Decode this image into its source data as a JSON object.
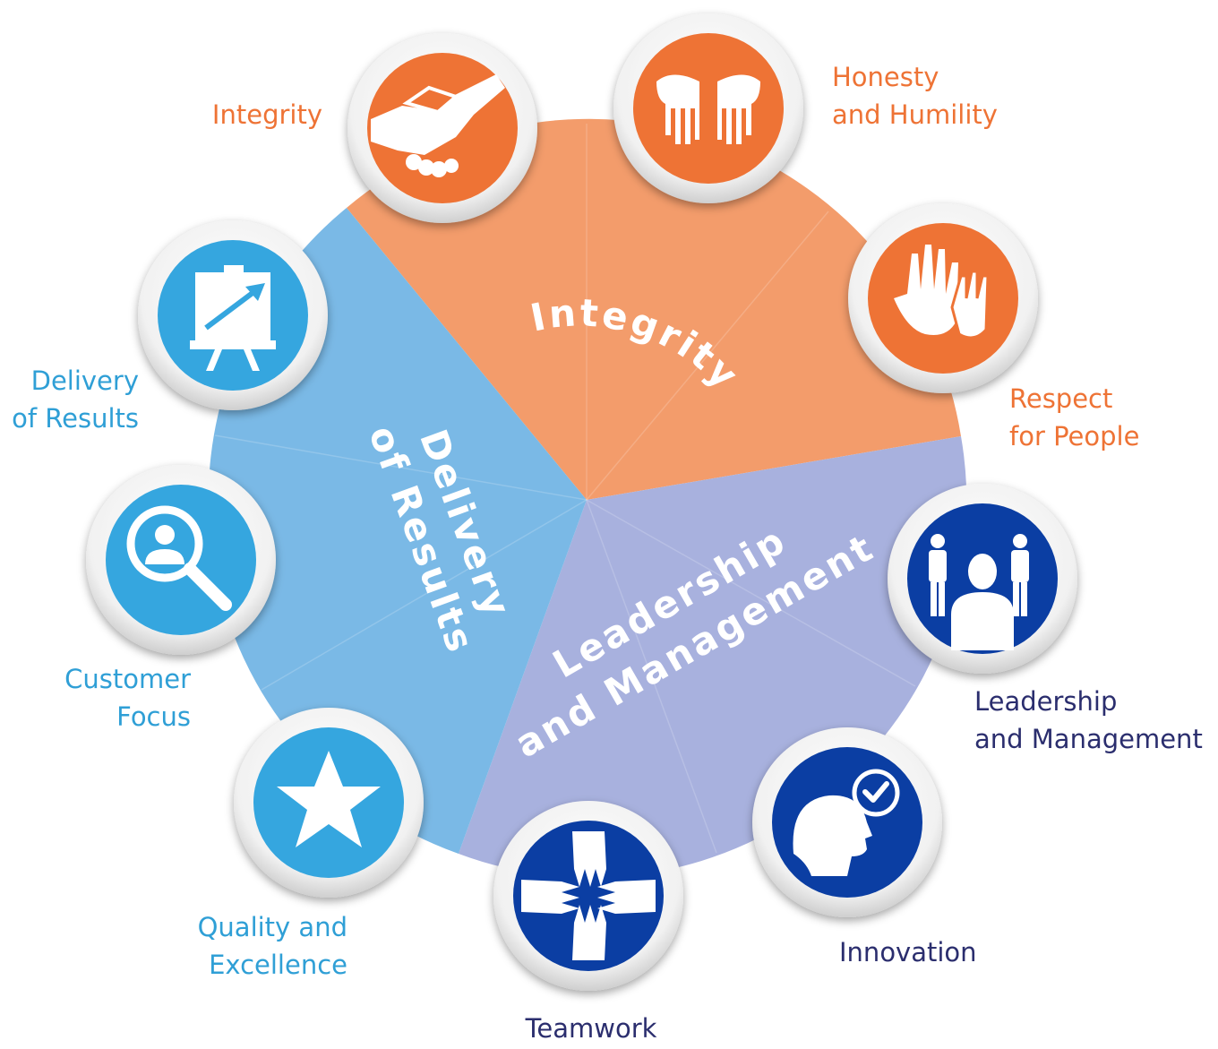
{
  "colors": {
    "integrity_wedge": "#f39c6b",
    "delivery_wedge": "#7ab9e6",
    "leadership_wedge": "#a8b1de",
    "integrity_icon": "#ee7335",
    "delivery_icon": "#35a6df",
    "leadership_icon": "#0b3ea3",
    "integrity_text": "#ee7335",
    "delivery_text": "#2f9fd6",
    "leadership_text": "#2b2e6e"
  },
  "segments": {
    "integrity": {
      "title": "Integrity"
    },
    "delivery": {
      "title_line1": "Delivery",
      "title_line2": "of Results"
    },
    "leadership": {
      "title_line1": "Leadership",
      "title_line2": "and Management"
    }
  },
  "competencies": {
    "integrity": {
      "line1": "Integrity",
      "icon": "handshake-icon"
    },
    "honesty": {
      "line1": "Honesty",
      "line2": "and Humility",
      "icon": "open-hands-icon"
    },
    "respect": {
      "line1": "Respect",
      "line2": "for People",
      "icon": "raised-hands-icon"
    },
    "leadership": {
      "line1": "Leadership",
      "line2": "and Management",
      "icon": "team-leader-icon"
    },
    "innovation": {
      "line1": "Innovation",
      "icon": "head-idea-icon"
    },
    "teamwork": {
      "line1": "Teamwork",
      "icon": "joined-hands-icon"
    },
    "quality": {
      "line1": "Quality and",
      "line2": "Excellence",
      "icon": "star-icon"
    },
    "customer": {
      "line1": "Customer",
      "line2": "Focus",
      "icon": "magnifier-person-icon"
    },
    "delivery": {
      "line1": "Delivery",
      "line2": "of Results",
      "icon": "presentation-board-icon"
    }
  }
}
